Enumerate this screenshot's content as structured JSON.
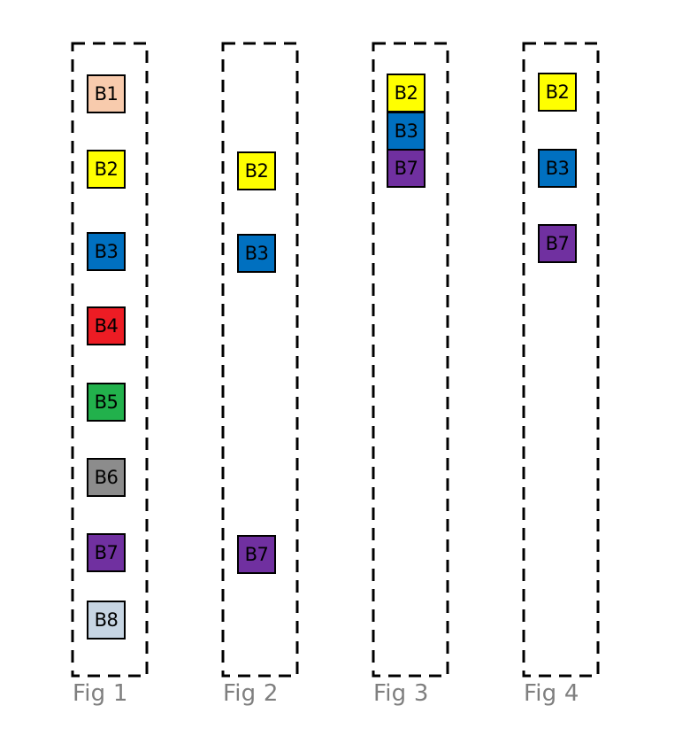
{
  "figures": [
    {
      "caption": "Fig 1",
      "blocks": [
        {
          "label": "B1",
          "color": "#f8cbad"
        },
        {
          "label": "B2",
          "color": "#ffff00"
        },
        {
          "label": "B3",
          "color": "#0070c0"
        },
        {
          "label": "B4",
          "color": "#ed1c24"
        },
        {
          "label": "B5",
          "color": "#22b14c"
        },
        {
          "label": "B6",
          "color": "#8c8c8c"
        },
        {
          "label": "B7",
          "color": "#7030a0"
        },
        {
          "label": "B8",
          "color": "#c7d5e3"
        }
      ]
    },
    {
      "caption": "Fig 2",
      "blocks": [
        {
          "label": "B2",
          "color": "#ffff00"
        },
        {
          "label": "B3",
          "color": "#0070c0"
        },
        {
          "label": "B7",
          "color": "#7030a0"
        }
      ]
    },
    {
      "caption": "Fig 3",
      "blocks": [
        {
          "label": "B2",
          "color": "#ffff00"
        },
        {
          "label": "B3",
          "color": "#0070c0"
        },
        {
          "label": "B7",
          "color": "#7030a0"
        }
      ]
    },
    {
      "caption": "Fig 4",
      "blocks": [
        {
          "label": "B2",
          "color": "#ffff00"
        },
        {
          "label": "B3",
          "color": "#0070c0"
        },
        {
          "label": "B7",
          "color": "#7030a0"
        }
      ]
    }
  ]
}
